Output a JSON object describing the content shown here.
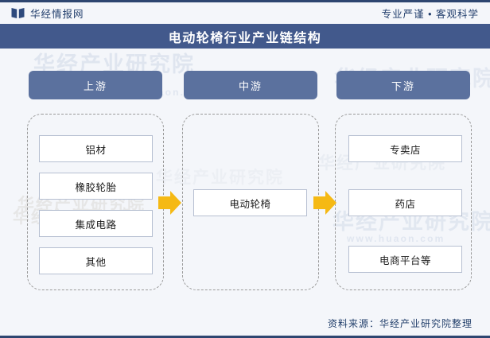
{
  "header": {
    "logo_icon": "open-book-icon",
    "brand": "华经情报网",
    "tagline": "专业严谨 • 客观科学"
  },
  "title": "电动轮椅行业产业链结构",
  "colors": {
    "title_band": "#42598c",
    "pill": "#5b719e",
    "arrow": "#f5b914",
    "frame_line": "#2e4670",
    "page_bg": "#f4f6fa",
    "node_border": "#b6bfd1",
    "group_border": "#9a9a9a",
    "brand_text": "#24406e"
  },
  "chain": {
    "columns": [
      {
        "key": "upstream",
        "header": "上游",
        "items": [
          "铝材",
          "橡胶轮胎",
          "集成电路",
          "其他"
        ]
      },
      {
        "key": "midstream",
        "header": "中游",
        "items": [
          "电动轮椅"
        ]
      },
      {
        "key": "downstream",
        "header": "下游",
        "items": [
          "专卖店",
          "药店",
          "电商平台等"
        ]
      }
    ],
    "connectors": [
      {
        "key": "upstream-to-midstream",
        "icon": "right-arrow-icon"
      },
      {
        "key": "midstream-to-downstream",
        "icon": "right-arrow-icon"
      }
    ]
  },
  "watermarks": {
    "company": "华经产业研究院",
    "url": "www.huaon.com"
  },
  "footer": {
    "source": "资料来源：华经产业研究院整理"
  }
}
